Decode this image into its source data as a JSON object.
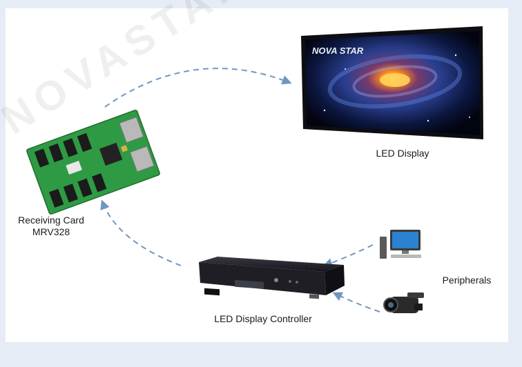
{
  "labels": {
    "led_display": "LED Display",
    "receiving_card_line1": "Receiving Card",
    "receiving_card_line2": "MRV328",
    "controller": "LED Display Controller",
    "peripherals": "Peripherals"
  },
  "logos": {
    "screen_brand": "NOVA STAR",
    "watermark": "NOVASTAR"
  },
  "colors": {
    "arrow": "#6f96bf",
    "pcb": "#2f9a44",
    "controller": "#1e1e24",
    "monitor": "#2a82d0"
  }
}
